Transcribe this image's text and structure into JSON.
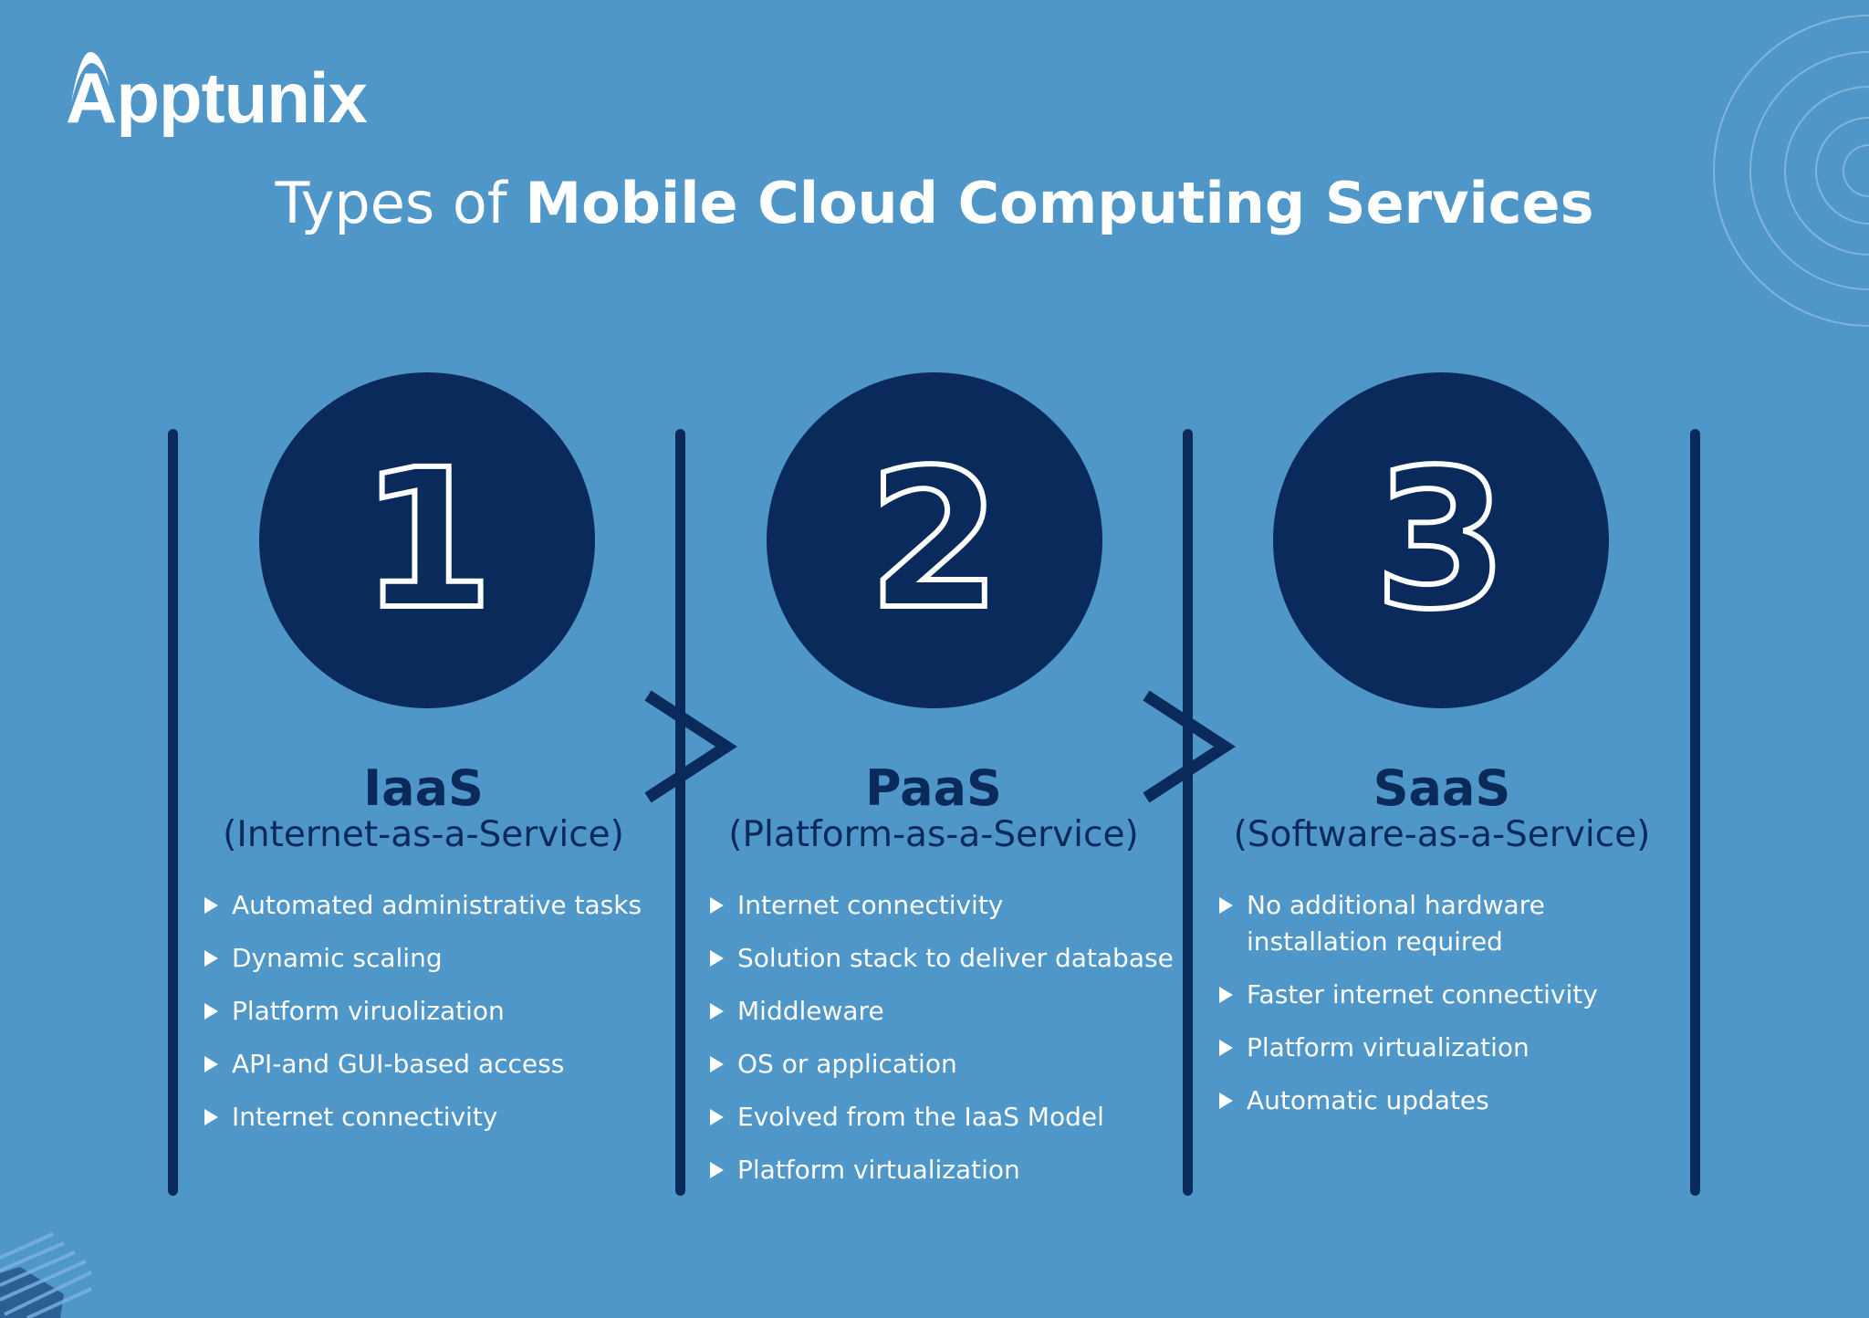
{
  "brand": {
    "logo_text": "Apptunix"
  },
  "title": {
    "light": "Types of ",
    "bold": "Mobile Cloud Computing Services"
  },
  "colors": {
    "background": "#4f96c9",
    "navy": "#0b2a5c",
    "text": "#ffffff"
  },
  "columns": [
    {
      "number": "1",
      "name": "IaaS",
      "full": "(Internet-as-a-Service)",
      "items": [
        "Automated administrative tasks",
        "Dynamic scaling",
        "Platform viruolization",
        "API-and GUI-based access",
        "Internet connectivity"
      ]
    },
    {
      "number": "2",
      "name": "PaaS",
      "full": "(Platform-as-a-Service)",
      "items": [
        "Internet connectivity",
        "Solution stack to deliver database",
        "Middleware",
        "OS or application",
        "Evolved from the IaaS Model",
        "Platform virtualization"
      ]
    },
    {
      "number": "3",
      "name": "SaaS",
      "full": "(Software-as-a-Service)",
      "items": [
        "No additional hardware installation required",
        "Faster internet connectivity",
        "Platform virtualization",
        "Automatic updates"
      ]
    }
  ]
}
